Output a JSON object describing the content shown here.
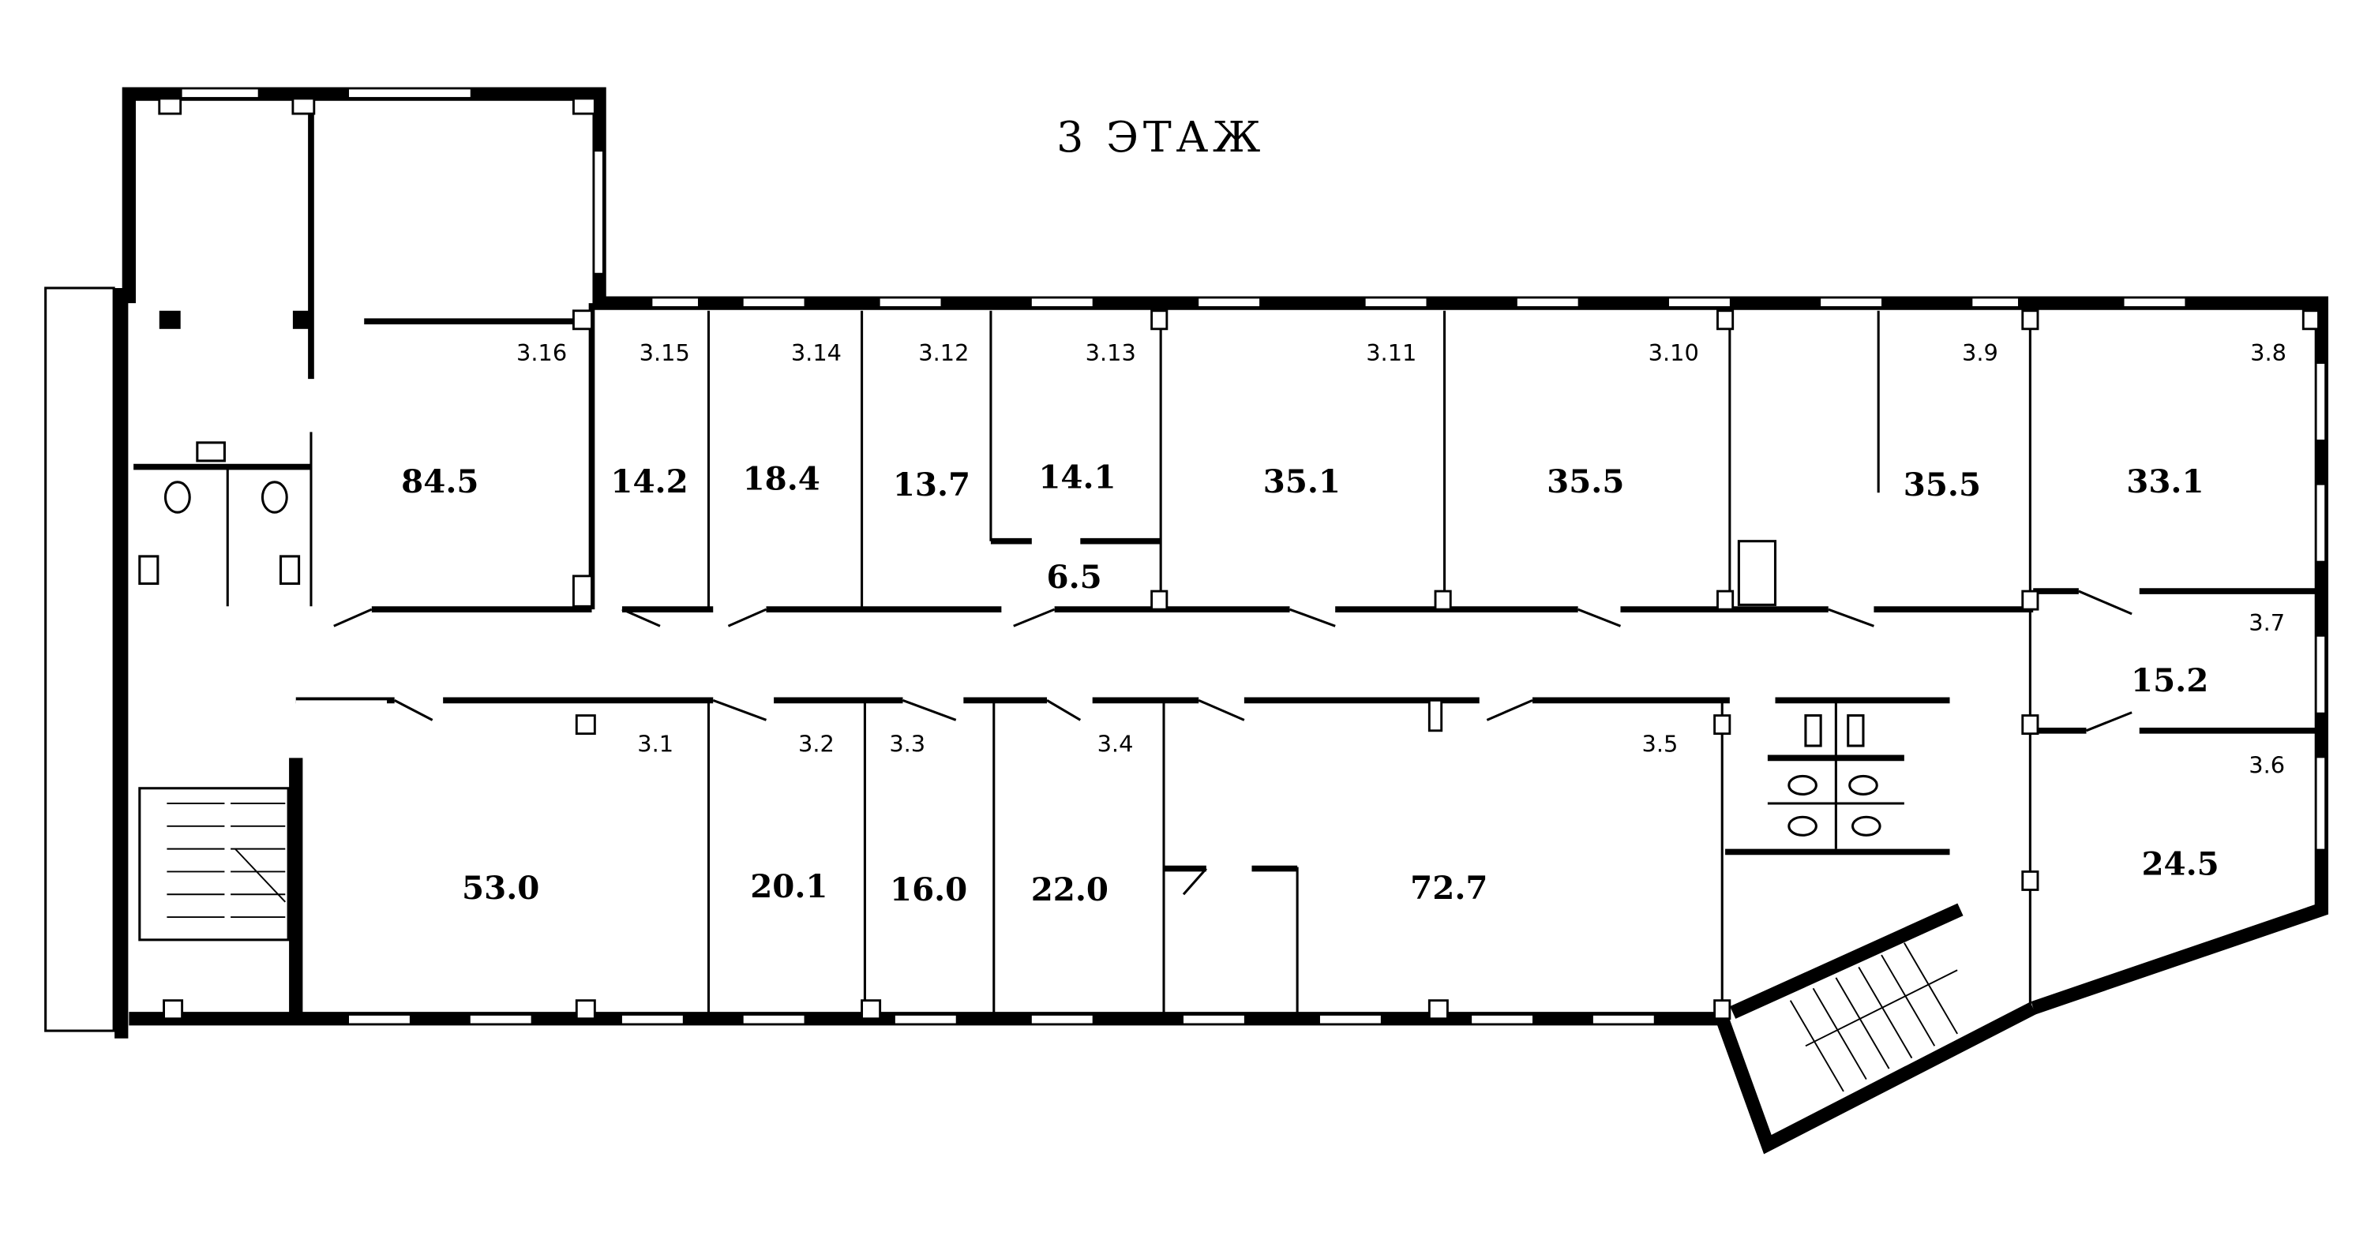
{
  "title": "3 ЭТАЖ",
  "rooms": {
    "r316": {
      "number": "3.16",
      "area": "84.5"
    },
    "r315": {
      "number": "3.15",
      "area": "14.2"
    },
    "r314": {
      "number": "3.14",
      "area": "18.4"
    },
    "r312": {
      "number": "3.12",
      "area": "13.7"
    },
    "r313": {
      "number": "3.13",
      "area": "14.1"
    },
    "hall": {
      "area": "6.5"
    },
    "r311": {
      "number": "3.11",
      "area": "35.1"
    },
    "r310": {
      "number": "3.10",
      "area": "35.5"
    },
    "r39": {
      "number": "3.9",
      "area": "35.5"
    },
    "r38": {
      "number": "3.8",
      "area": "33.1"
    },
    "r37": {
      "number": "3.7",
      "area": "15.2"
    },
    "r36": {
      "number": "3.6",
      "area": "24.5"
    },
    "r31": {
      "number": "3.1",
      "area": "53.0"
    },
    "r32": {
      "number": "3.2",
      "area": "20.1"
    },
    "r33": {
      "number": "3.3",
      "area": "16.0"
    },
    "r34": {
      "number": "3.4",
      "area": "22.0"
    },
    "r35": {
      "number": "3.5",
      "area": "72.7"
    }
  }
}
